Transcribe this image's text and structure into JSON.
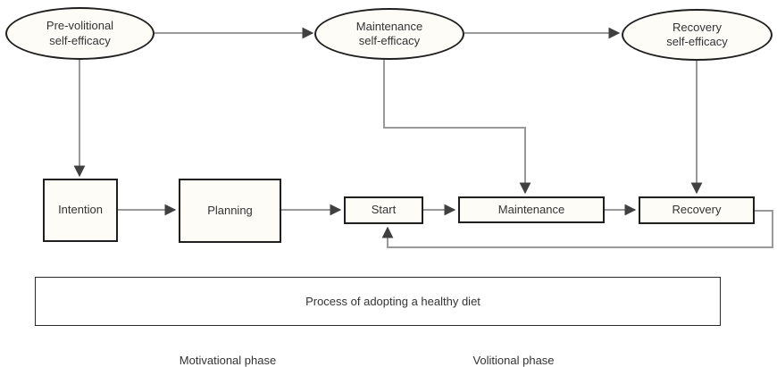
{
  "diagram": {
    "ellipses": [
      {
        "id": "pre-volitional-self-efficacy",
        "label": "Pre-volitional\nself-efficacy"
      },
      {
        "id": "maintenance-self-efficacy",
        "label": "Maintenance\nself-efficacy"
      },
      {
        "id": "recovery-self-efficacy",
        "label": "Recovery\nself-efficacy"
      }
    ],
    "boxes": [
      {
        "id": "intention",
        "label": "Intention"
      },
      {
        "id": "planning",
        "label": "Planning"
      },
      {
        "id": "start",
        "label": "Start"
      },
      {
        "id": "maintenance",
        "label": "Maintenance"
      },
      {
        "id": "recovery",
        "label": "Recovery"
      }
    ],
    "process_box": {
      "label": "Process of adopting a healthy diet"
    },
    "phases": [
      {
        "label": "Motivational phase"
      },
      {
        "label": "Volitional phase"
      }
    ],
    "colors": {
      "node_fill": "#fdfcf7",
      "node_border": "#1f1f1f",
      "connector": "#999999",
      "arrowhead": "#404040",
      "text": "#333333",
      "background": "#ffffff"
    }
  }
}
